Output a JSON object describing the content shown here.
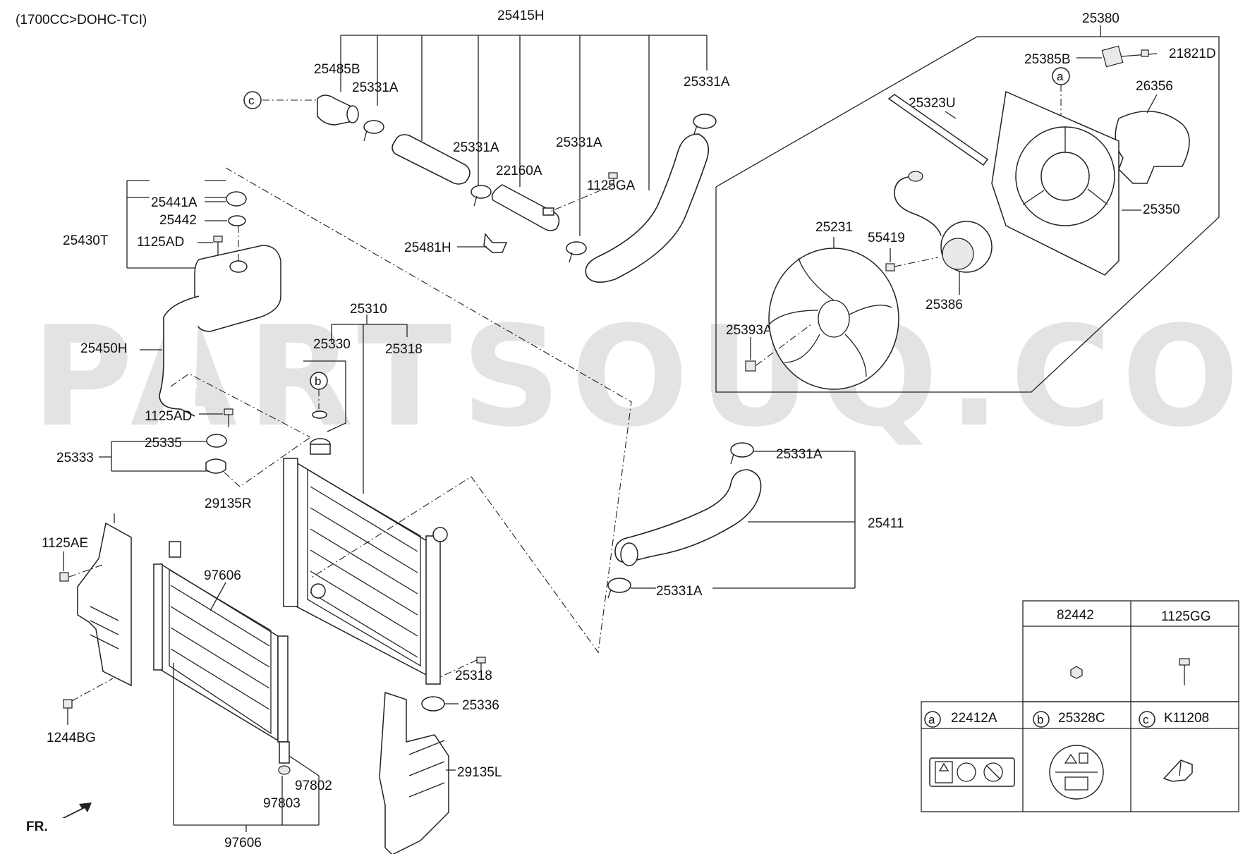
{
  "header": {
    "engine": "(1700CC>DOHC-TCI)"
  },
  "watermark": "PARTSOUQ.COM",
  "front_indicator": "FR.",
  "parts": {
    "p25415H": "25415H",
    "p25380": "25380",
    "p25485B": "25485B",
    "p25331A_1": "25331A",
    "p25331A_2": "25331A",
    "p25331A_3": "25331A",
    "p25331A_4": "25331A",
    "p25331A_5": "25331A",
    "p25331A_6": "25331A",
    "p22160A": "22160A",
    "p1125GA": "1125GA",
    "p25481H": "25481H",
    "p25385B": "25385B",
    "p21821D": "21821D",
    "p25323U": "25323U",
    "p26356": "26356",
    "p25350": "25350",
    "p25231": "25231",
    "p55419": "55419",
    "p25386": "25386",
    "p25393A": "25393A",
    "p25441A": "25441A",
    "p25442": "25442",
    "p25430T": "25430T",
    "p1125AD_1": "1125AD",
    "p1125AD_2": "1125AD",
    "p25450H": "25450H",
    "p25310": "25310",
    "p25330": "25330",
    "p25318_1": "25318",
    "p25318_2": "25318",
    "p25335": "25335",
    "p25333": "25333",
    "p29135R": "29135R",
    "p1125AE": "1125AE",
    "p97606_1": "97606",
    "p97606_2": "97606",
    "p1244BG": "1244BG",
    "p25411": "25411",
    "p25336": "25336",
    "p29135L": "29135L",
    "p97802": "97802",
    "p97803": "97803"
  },
  "callouts": {
    "a": "a",
    "b": "b",
    "c": "c"
  },
  "legend": {
    "top": [
      {
        "label": "82442"
      },
      {
        "label": "1125GG"
      }
    ],
    "bottom": [
      {
        "marker": "a",
        "label": "22412A"
      },
      {
        "marker": "b",
        "label": "25328C"
      },
      {
        "marker": "c",
        "label": "K11208"
      }
    ]
  }
}
